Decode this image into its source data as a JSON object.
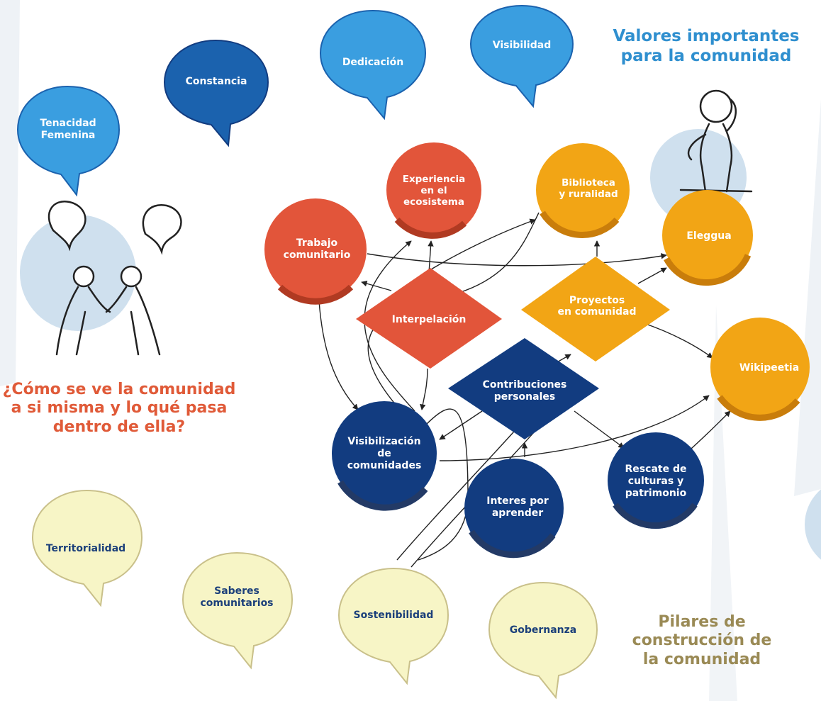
{
  "values_title": [
    "Valores importantes",
    "para la comunidad"
  ],
  "pillars_title": [
    "Pilares de",
    "construcción de",
    "la comunidad"
  ],
  "community_question": [
    "¿Cómo se ve la comunidad",
    "a si misma y lo qué pasa",
    "dentro de ella?"
  ],
  "colors": {
    "blue_title": "#2f8fcf",
    "orange_title": "#e05a38",
    "olive_title": "#9a8a55",
    "light_blue_bubble": "#3a9ee0",
    "dark_blue_bubble": "#1b62ae",
    "cream_bubble": "#f7f5c6",
    "red_node": "#e2553a",
    "orange_node": "#f2a515",
    "navy_node": "#123c80"
  },
  "values": [
    {
      "id": "tenacidad",
      "lines": [
        "Tenacidad",
        "Femenina"
      ]
    },
    {
      "id": "constancia",
      "lines": [
        "Constancia"
      ]
    },
    {
      "id": "dedicacion",
      "lines": [
        "Dedicación"
      ]
    },
    {
      "id": "visibilidad",
      "lines": [
        "Visibilidad"
      ]
    }
  ],
  "pillars": [
    {
      "id": "territorialidad",
      "lines": [
        "Territorialidad"
      ]
    },
    {
      "id": "saberes",
      "lines": [
        "Saberes",
        "comunitarios"
      ]
    },
    {
      "id": "sostenibilidad",
      "lines": [
        "Sostenibilidad"
      ]
    },
    {
      "id": "gobernanza",
      "lines": [
        "Gobernanza"
      ]
    }
  ],
  "nodes": [
    {
      "id": "experiencia",
      "lines": [
        "Experiencia",
        "en el",
        "ecosistema"
      ]
    },
    {
      "id": "biblioteca",
      "lines": [
        "Biblioteca",
        "y ruralidad"
      ]
    },
    {
      "id": "eleggua",
      "lines": [
        "Eleggua"
      ]
    },
    {
      "id": "trabajo",
      "lines": [
        "Trabajo",
        "comunitario"
      ]
    },
    {
      "id": "wikipeetia",
      "lines": [
        "Wikipeetia"
      ]
    },
    {
      "id": "visibilizacion",
      "lines": [
        "Visibilización",
        "de",
        "comunidades"
      ]
    },
    {
      "id": "interes",
      "lines": [
        "Interes por",
        "aprender"
      ]
    },
    {
      "id": "rescate",
      "lines": [
        "Rescate de",
        "culturas y",
        "patrimonio"
      ]
    }
  ],
  "diamonds": [
    {
      "id": "interpelacion",
      "lines": [
        "Interpelación"
      ]
    },
    {
      "id": "proyectos",
      "lines": [
        "Proyectos",
        "en comunidad"
      ]
    },
    {
      "id": "contribuciones",
      "lines": [
        "Contribuciones",
        "personales"
      ]
    }
  ]
}
